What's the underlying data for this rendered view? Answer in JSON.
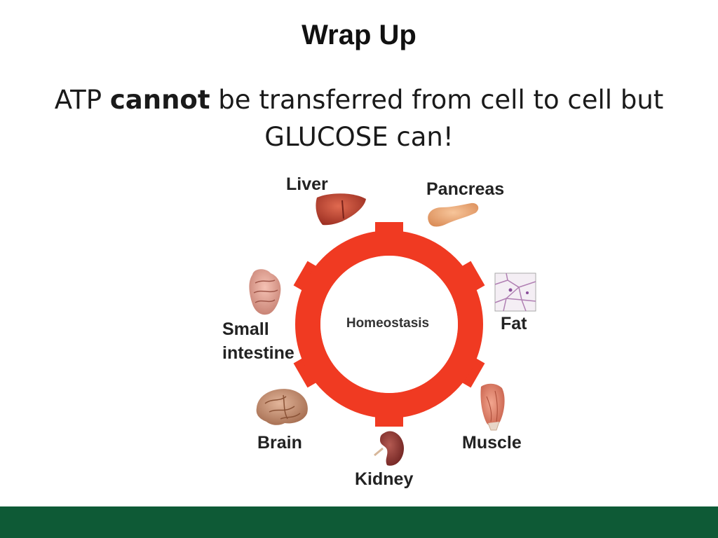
{
  "slide": {
    "title": "Wrap Up",
    "body_part1": "ATP ",
    "body_bold": "cannot",
    "body_part2": " be transferred from cell to cell but",
    "body_line2": "GLUCOSE can!"
  },
  "diagram": {
    "center_label": "Homeostasis",
    "ring_color": "#f03a22",
    "organs": {
      "liver": "Liver",
      "pancreas": "Pancreas",
      "fat": "Fat",
      "muscle": "Muscle",
      "kidney": "Kidney",
      "brain": "Brain",
      "small_intestine_line1": "Small",
      "small_intestine_line2": "intestine"
    }
  },
  "footer": {
    "color": "#0e5a36"
  }
}
